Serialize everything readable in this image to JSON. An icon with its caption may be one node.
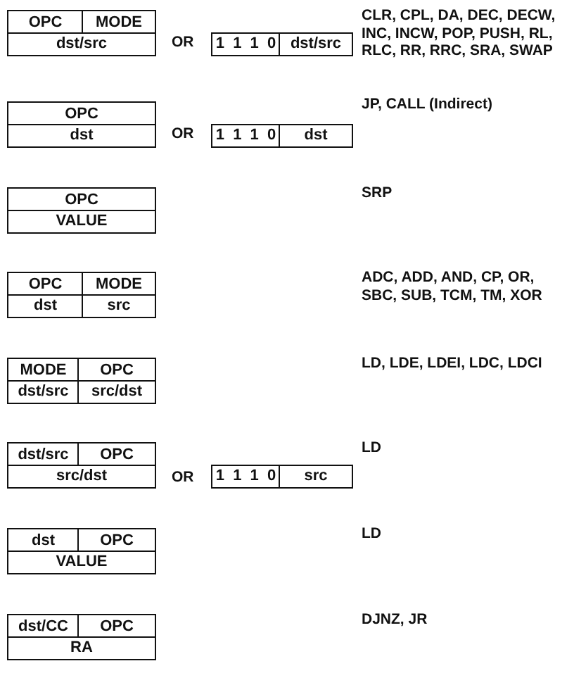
{
  "diagram": {
    "nodes": [
      {
        "text": [
          "OPC"
        ]
      },
      {
        "text": [
          "MODE"
        ]
      },
      {
        "text": [
          "dst/src"
        ]
      },
      {
        "text": [
          "1 1 1 0"
        ]
      },
      {
        "text": [
          "dst/src"
        ]
      },
      {
        "text": [
          "OPC"
        ]
      },
      {
        "text": [
          "dst"
        ]
      },
      {
        "text": [
          "1 1 1 0"
        ]
      },
      {
        "text": [
          "dst"
        ]
      },
      {
        "text": [
          "OPC"
        ]
      },
      {
        "text": [
          "VALUE"
        ]
      },
      {
        "text": [
          "OPC"
        ]
      },
      {
        "text": [
          "MODE"
        ]
      },
      {
        "text": [
          "dst"
        ]
      },
      {
        "text": [
          "src"
        ]
      },
      {
        "text": [
          "MODE"
        ]
      },
      {
        "text": [
          "OPC"
        ]
      },
      {
        "text": [
          "dst/src"
        ]
      },
      {
        "text": [
          "src/dst"
        ]
      },
      {
        "text": [
          "dst/src"
        ]
      },
      {
        "text": [
          "OPC"
        ]
      },
      {
        "text": [
          "src/dst"
        ]
      },
      {
        "text": [
          "1 1 1 0"
        ]
      },
      {
        "text": [
          "src"
        ]
      },
      {
        "text": [
          "dst"
        ]
      },
      {
        "text": [
          "OPC"
        ]
      },
      {
        "text": [
          "VALUE"
        ]
      },
      {
        "text": [
          "dst/CC"
        ]
      },
      {
        "text": [
          "OPC"
        ]
      },
      {
        "text": [
          "RA"
        ]
      }
    ],
    "labels": [
      "CLR, CPL, DA, DEC, DECW, INC, INCW, POP, PUSH, RL, RLC, RR, RRC, SRA, SWAP",
      "OR",
      "JP, CALL (Indirect)",
      "OR",
      "SRP",
      "ADC, ADD, AND, CP, OR, SBC, SUB, TCM, TM, XOR",
      "LD, LDE, LDEI, LDC, LDCI",
      "LD",
      "OR",
      "LD",
      "DJNZ, JR"
    ]
  }
}
